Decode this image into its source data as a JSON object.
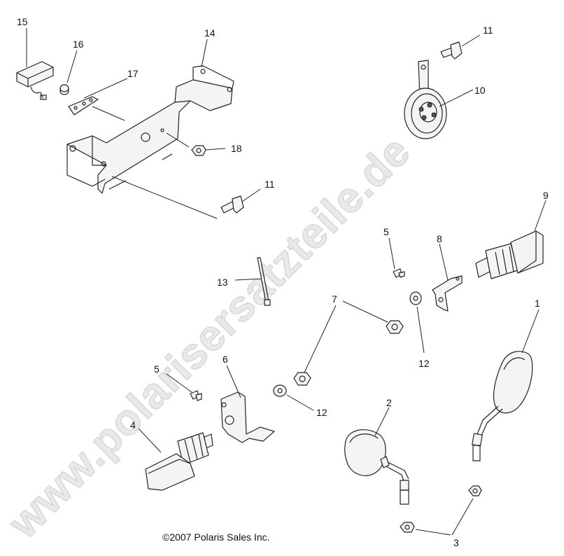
{
  "watermark": "www.polarisersatzteile.de",
  "copyright": "©2007 Polaris Sales Inc.",
  "callouts": {
    "c1": "1",
    "c2": "2",
    "c3": "3",
    "c4": "4",
    "c5a": "5",
    "c5b": "5",
    "c6": "6",
    "c7": "7",
    "c8": "8",
    "c9": "9",
    "c10": "10",
    "c11a": "11",
    "c11b": "11",
    "c12a": "12",
    "c12b": "12",
    "c13": "13",
    "c14": "14",
    "c15": "15",
    "c16": "16",
    "c17": "17",
    "c18": "18"
  }
}
